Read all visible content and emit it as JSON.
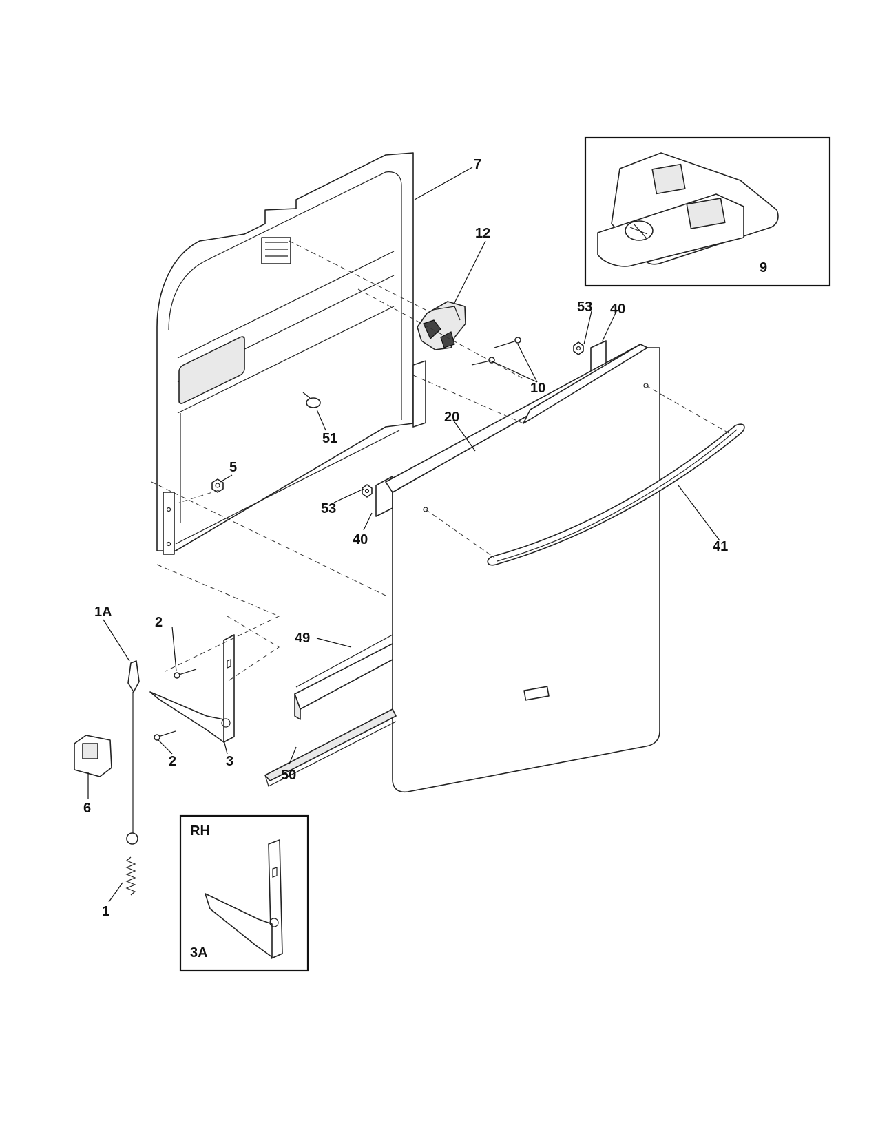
{
  "callouts": {
    "c7": "7",
    "c12": "12",
    "c9": "9",
    "c53a": "53",
    "c40a": "40",
    "c10": "10",
    "c20": "20",
    "c51": "51",
    "c5": "5",
    "c53b": "53",
    "c40b": "40",
    "c41": "41",
    "c1a": "1A",
    "c2a": "2",
    "c49": "49",
    "c2b": "2",
    "c3": "3",
    "c6": "6",
    "c50": "50",
    "c1": "1",
    "rh": "RH",
    "c3a": "3A"
  }
}
